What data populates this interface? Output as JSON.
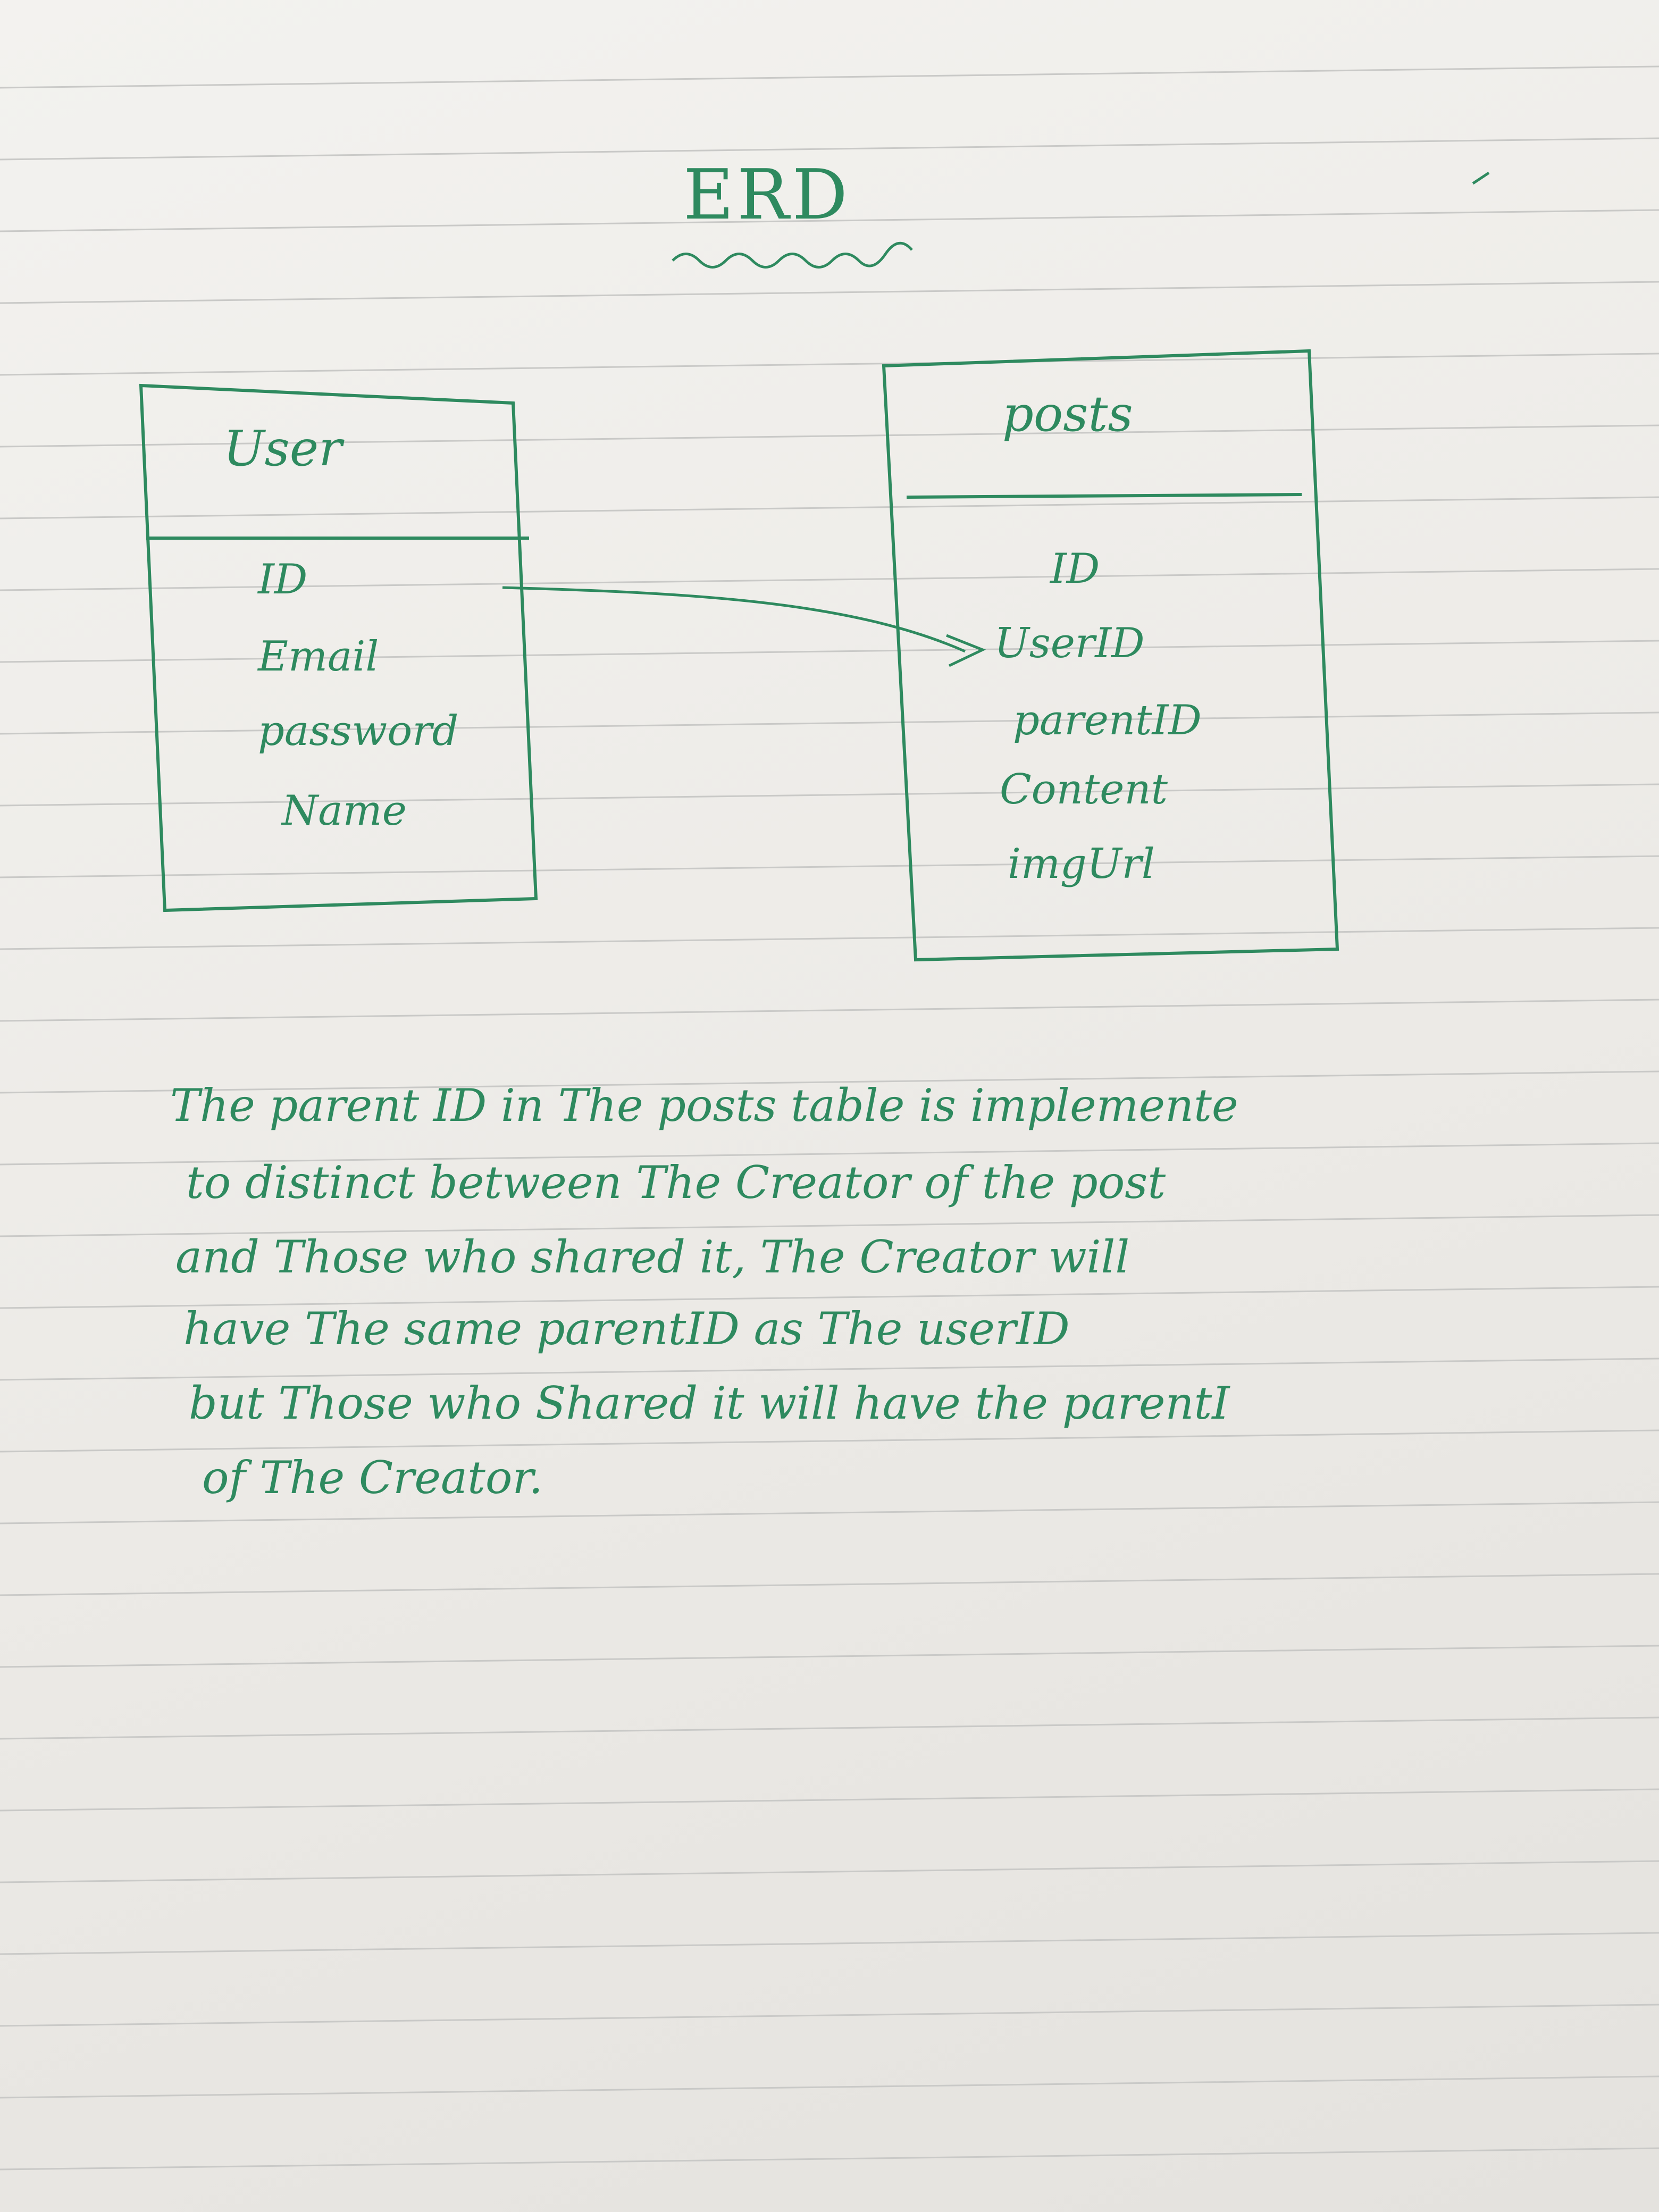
{
  "diagram": {
    "title": "ERD",
    "entities": [
      {
        "name": "User",
        "attributes": [
          "ID",
          "Email",
          "password",
          "Name"
        ]
      },
      {
        "name": "posts",
        "attributes": [
          "ID",
          "UserID",
          "parentID",
          "Content",
          "imgUrl"
        ]
      }
    ],
    "relationships": [
      {
        "from": "User.ID",
        "to": "posts.UserID"
      }
    ],
    "note": [
      "The parent ID in The posts table is implemente",
      "to distinct between The Creator of the post",
      "and Those who shared it, The Creator will",
      "have The same parentID as The userID",
      "but Those who Shared it will have the parentI",
      "of The Creator."
    ]
  },
  "colors": {
    "ink": "#2e8a5f",
    "rule": "#c9c9c7",
    "paper": "#f1f0ed"
  }
}
